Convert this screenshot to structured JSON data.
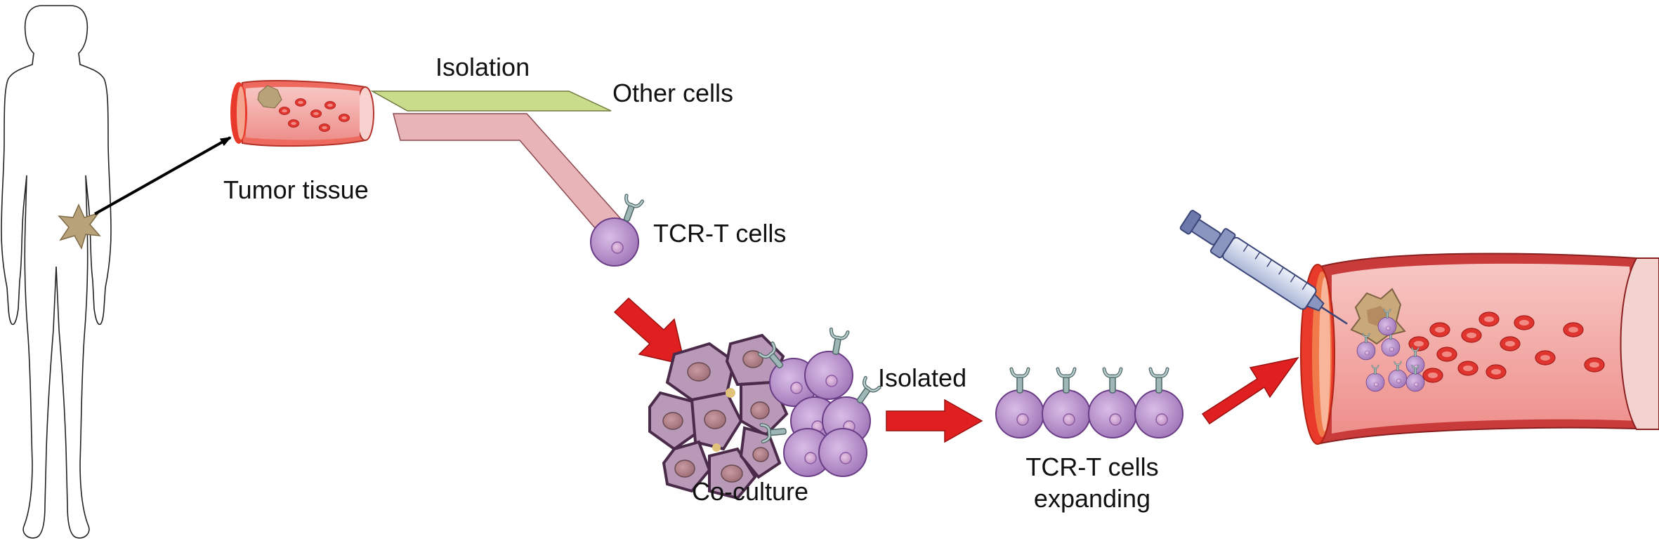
{
  "labels": {
    "tumor_tissue": "Tumor tissue",
    "isolation": "Isolation",
    "other_cells": "Other cells",
    "tcr_t_cells": "TCR-T cells",
    "co_culture": "Co-culture",
    "isolated": "Isolated",
    "expanding_line1": "TCR-T cells",
    "expanding_line2": "expanding"
  },
  "colors": {
    "vessel_outer": "#e8392a",
    "vessel_inner": "#f6a9a6",
    "vessel_lumen": "#f7c2bf",
    "red_blood_cell": "#e0342f",
    "tcr_cell": "#b48bc7",
    "tcr_cell_edge": "#6a3d86",
    "tumor_cell": "#a08a7a",
    "tumor_star": "#b8a27a",
    "green_band": "#c8dc8c",
    "pink_band": "#e8b4b8",
    "red_arrow": "#e02020",
    "syringe": "#c9d4ea"
  },
  "icons": {
    "human_outline": "human-silhouette-icon",
    "tumor_cell": "tumor-star-icon",
    "syringe": "syringe-icon"
  }
}
